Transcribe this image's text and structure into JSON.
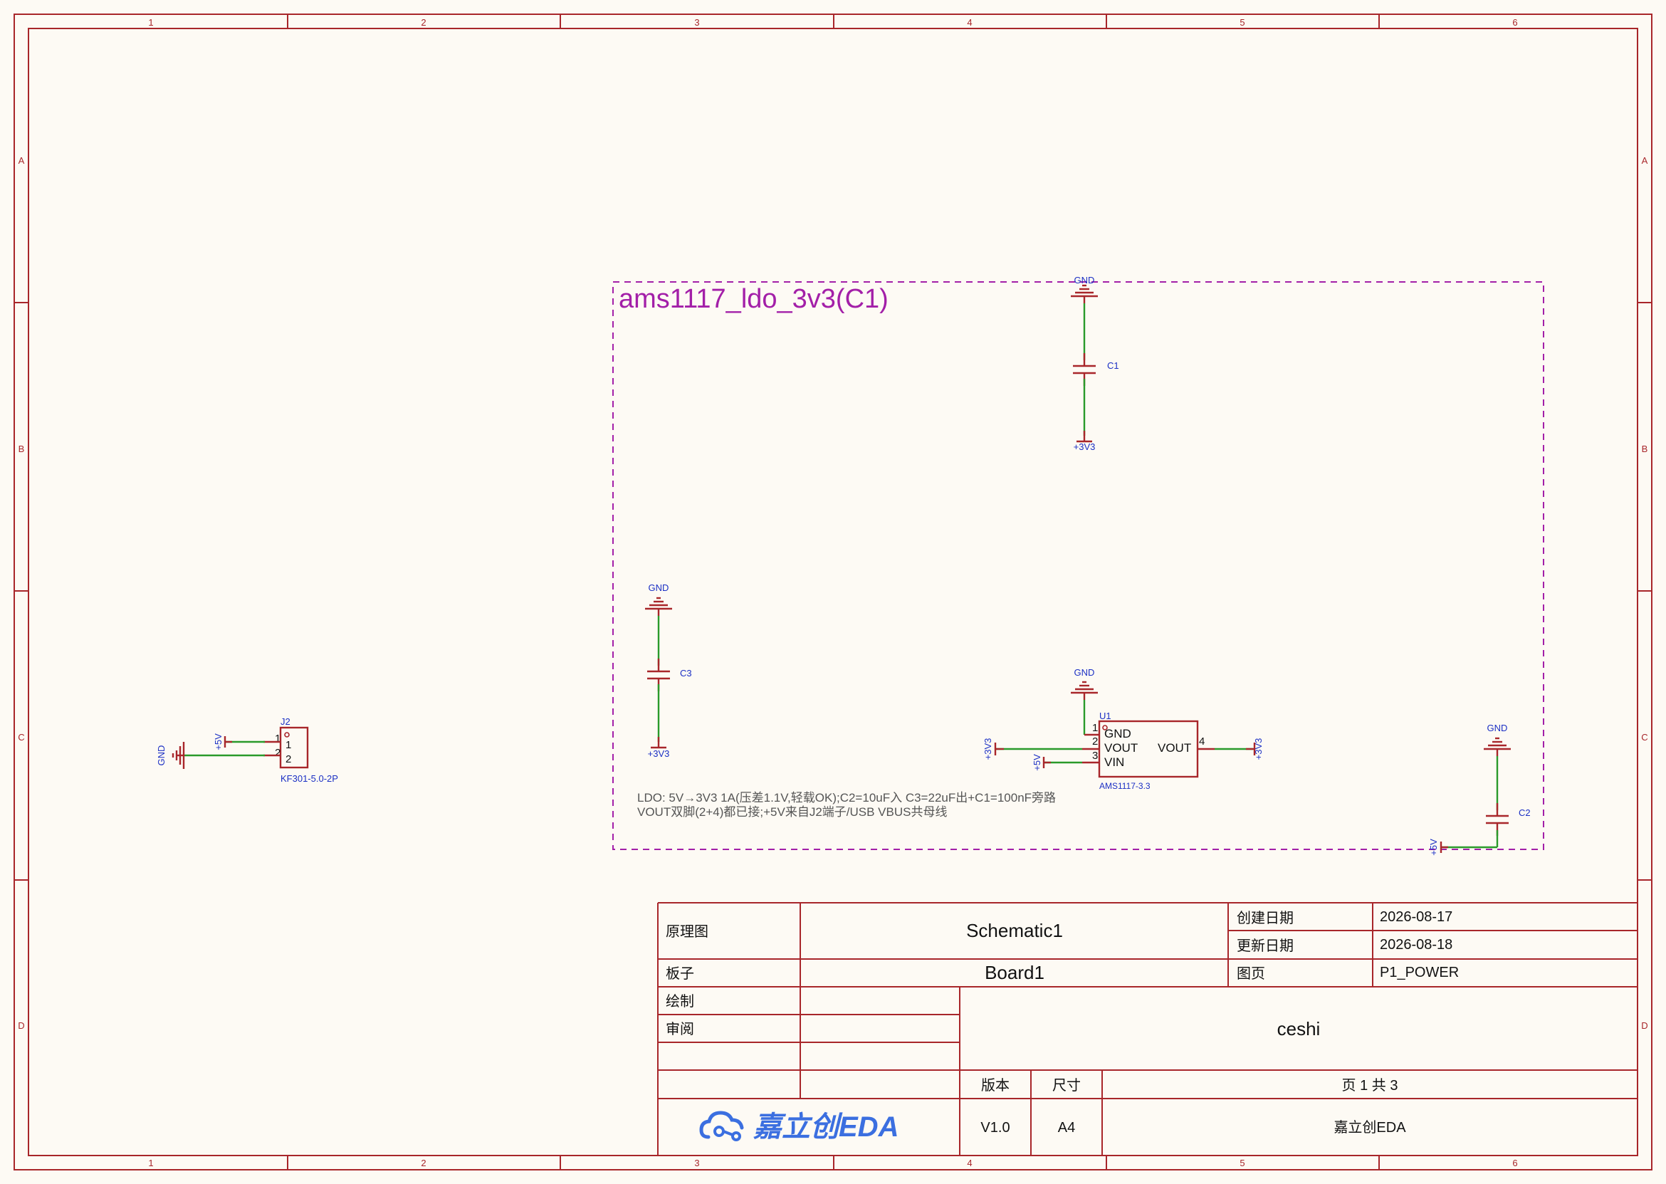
{
  "zones": {
    "columns": [
      "1",
      "2",
      "3",
      "4",
      "5",
      "6"
    ],
    "rows": [
      "A",
      "B",
      "C",
      "D"
    ]
  },
  "sheet": {
    "title": "ams1117_ldo_3v3(C1)"
  },
  "components": {
    "c1": {
      "ref": "C1",
      "net_top": "GND",
      "net_bottom": "+3V3"
    },
    "c3": {
      "ref": "C3",
      "net_top": "GND",
      "net_bottom": "+3V3"
    },
    "c2": {
      "ref": "C2",
      "net_top": "GND",
      "net_side": "+5V"
    },
    "j2": {
      "ref": "J2",
      "value": "KF301-5.0-2P",
      "pin1": "1",
      "pin2": "2",
      "pin1_label": "1",
      "pin2_label": "2",
      "net_pin1": "+5V",
      "net_pin2": "GND"
    },
    "u1": {
      "ref": "U1",
      "value": "AMS1117-3.3",
      "pins": [
        {
          "num": "1",
          "name": "GND"
        },
        {
          "num": "2",
          "name": "VOUT"
        },
        {
          "num": "3",
          "name": "VIN"
        },
        {
          "num": "4",
          "name": "VOUT"
        }
      ],
      "net_gnd": "GND",
      "net_pin2": "+3V3",
      "net_pin3": "+5V",
      "net_pin4": "+3V3"
    }
  },
  "notes": [
    "LDO: 5V→3V3 1A(压差1.1V,轻载OK);C2=10uF入 C3=22uF出+C1=100nF旁路",
    "VOUT双脚(2+4)都已接;+5V来自J2端子/USB VBUS共母线"
  ],
  "title_block": {
    "schematic_label": "原理图",
    "schematic_value": "Schematic1",
    "board_label": "板子",
    "board_value": "Board1",
    "created_label": "创建日期",
    "created_value": "2026-08-17",
    "updated_label": "更新日期",
    "updated_value": "2026-08-18",
    "page_label": "图页",
    "page_value": "P1_POWER",
    "drawn_label": "绘制",
    "review_label": "审阅",
    "project": "ceshi",
    "version_label": "版本",
    "version_value": "V1.0",
    "size_label": "尺寸",
    "size_value": "A4",
    "page_count": "页 1 共 3",
    "company": "嘉立创EDA",
    "logo_text": "嘉立创EDA"
  },
  "colors": {
    "frame": "#a8262a",
    "wire": "#2a9a2a",
    "net_label": "#1b2fc4",
    "sheet_box": "#a31fa8",
    "logo": "#3b6fe0"
  }
}
